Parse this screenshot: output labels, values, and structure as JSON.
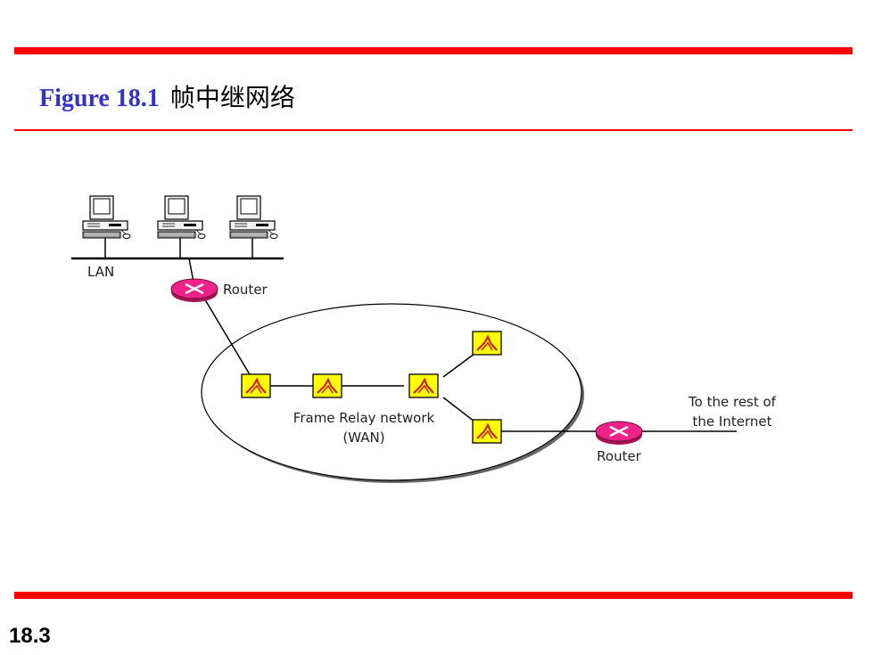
{
  "title": {
    "figure": "Figure 18.1",
    "caption": "帧中继网络"
  },
  "page_number": "18.3",
  "diagram": {
    "lan_label": "LAN",
    "router_left_label": "Router",
    "router_right_label": "Router",
    "network_label_line1": "Frame Relay network",
    "network_label_line2": "(WAN)",
    "internet_label_line1": "To the rest of",
    "internet_label_line2": "the Internet"
  },
  "colors": {
    "accent_red": "#ff0000",
    "title_blue": "#3333cc",
    "switch_fill": "#ffff00",
    "switch_symbol": "#cc2222",
    "router_fill": "#ee2288"
  }
}
